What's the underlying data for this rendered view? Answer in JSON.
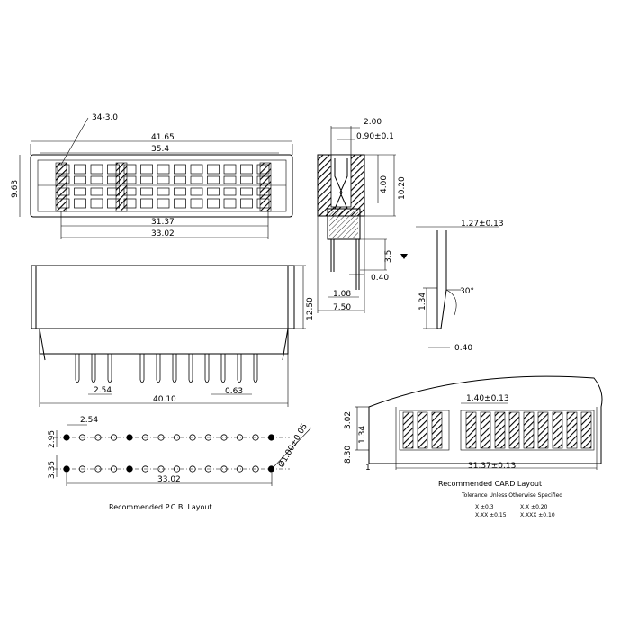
{
  "front_view": {
    "overall_width": "41.65",
    "inner_width": "35.4",
    "height": "9.63",
    "callout": "34-3.0",
    "pitch_span_1": "31.37",
    "pitch_span_2": "33.02"
  },
  "side_section": {
    "top_width": "2.00",
    "slot_width": "0.90±0.1",
    "inner_height": "4.00",
    "total_height": "10.20",
    "pin_length": "3.5",
    "pin_width": "0.40",
    "pin_offset": "1.08",
    "base_width": "7.50"
  },
  "lower_front": {
    "height": "12.50",
    "width": "40.10",
    "pitch": "2.54",
    "pin_size": "0.63"
  },
  "card_edge": {
    "width": "1.27±0.13",
    "length": "1.34",
    "angle": "30°",
    "tip": "0.40"
  },
  "pcb_layout": {
    "pitch": "2.54",
    "row_spacing_1": "2.95",
    "row_spacing_2": "3.35",
    "width": "33.02",
    "hole_callout": "Ø1.00±0.05",
    "caption": "Recommended P.C.B. Layout"
  },
  "card_layout": {
    "pad_width": "1.40±0.13",
    "total_height": "3.02",
    "pad_height": "1.34",
    "side_height": "8.30",
    "width": "31.37±0.13",
    "edge_mark": "1",
    "caption": "Recommended CARD Layout",
    "tolerance_note": "Tolerance Unless Otherwise Specified",
    "tolerances": [
      "X  ±0.3",
      "X.X ±0.20",
      "X.XX ±0.15",
      "X.XXX ±0.10"
    ]
  }
}
